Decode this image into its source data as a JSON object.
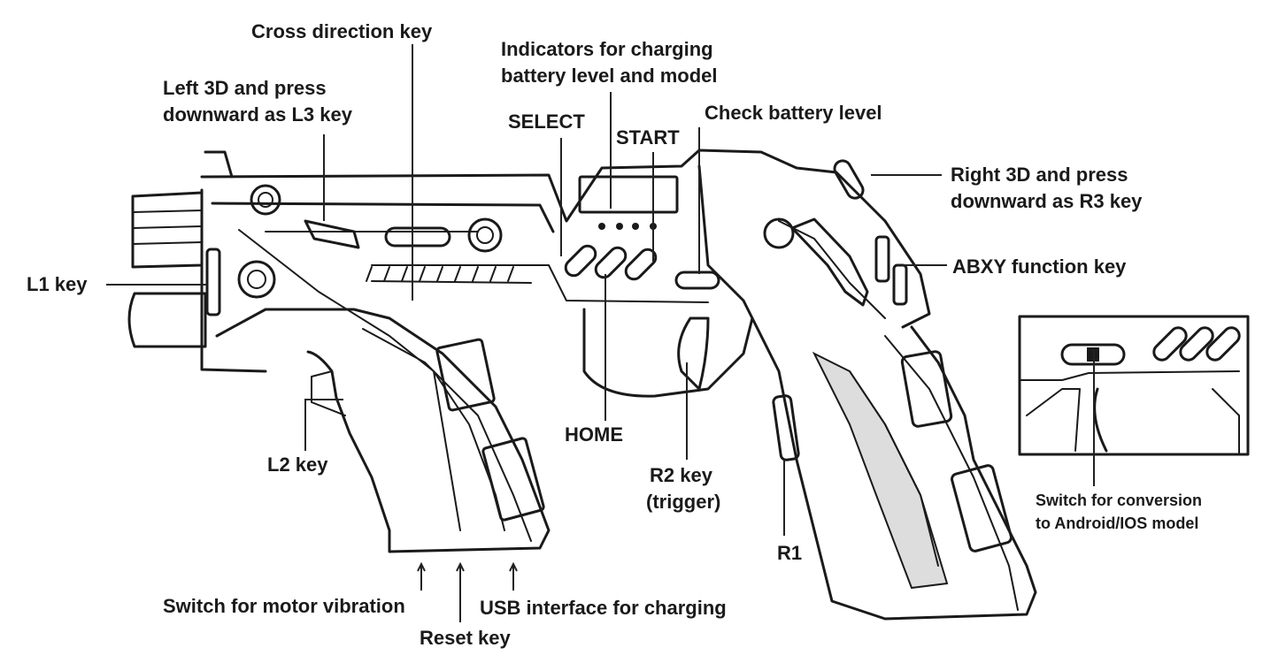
{
  "labels": {
    "cross_direction_key": "Cross direction key",
    "indicators_line1": "Indicators for charging",
    "indicators_line2": "battery level and model",
    "left_3d_line1": "Left 3D and press",
    "left_3d_line2": "downward as L3 key",
    "select": "SELECT",
    "start": "START",
    "check_battery": "Check battery level",
    "right_3d_line1": "Right 3D and press",
    "right_3d_line2": "downward as R3 key",
    "abxy": "ABXY function key",
    "l1": "L1 key",
    "l2": "L2 key",
    "home": "HOME",
    "r2_line1": "R2 key",
    "r2_line2": "(trigger)",
    "r1": "R1",
    "switch_conversion_line1": "Switch for conversion",
    "switch_conversion_line2": "to Android/IOS model",
    "motor_vibration": "Switch for motor vibration",
    "usb_charging": "USB interface for charging",
    "reset": "Reset key"
  }
}
